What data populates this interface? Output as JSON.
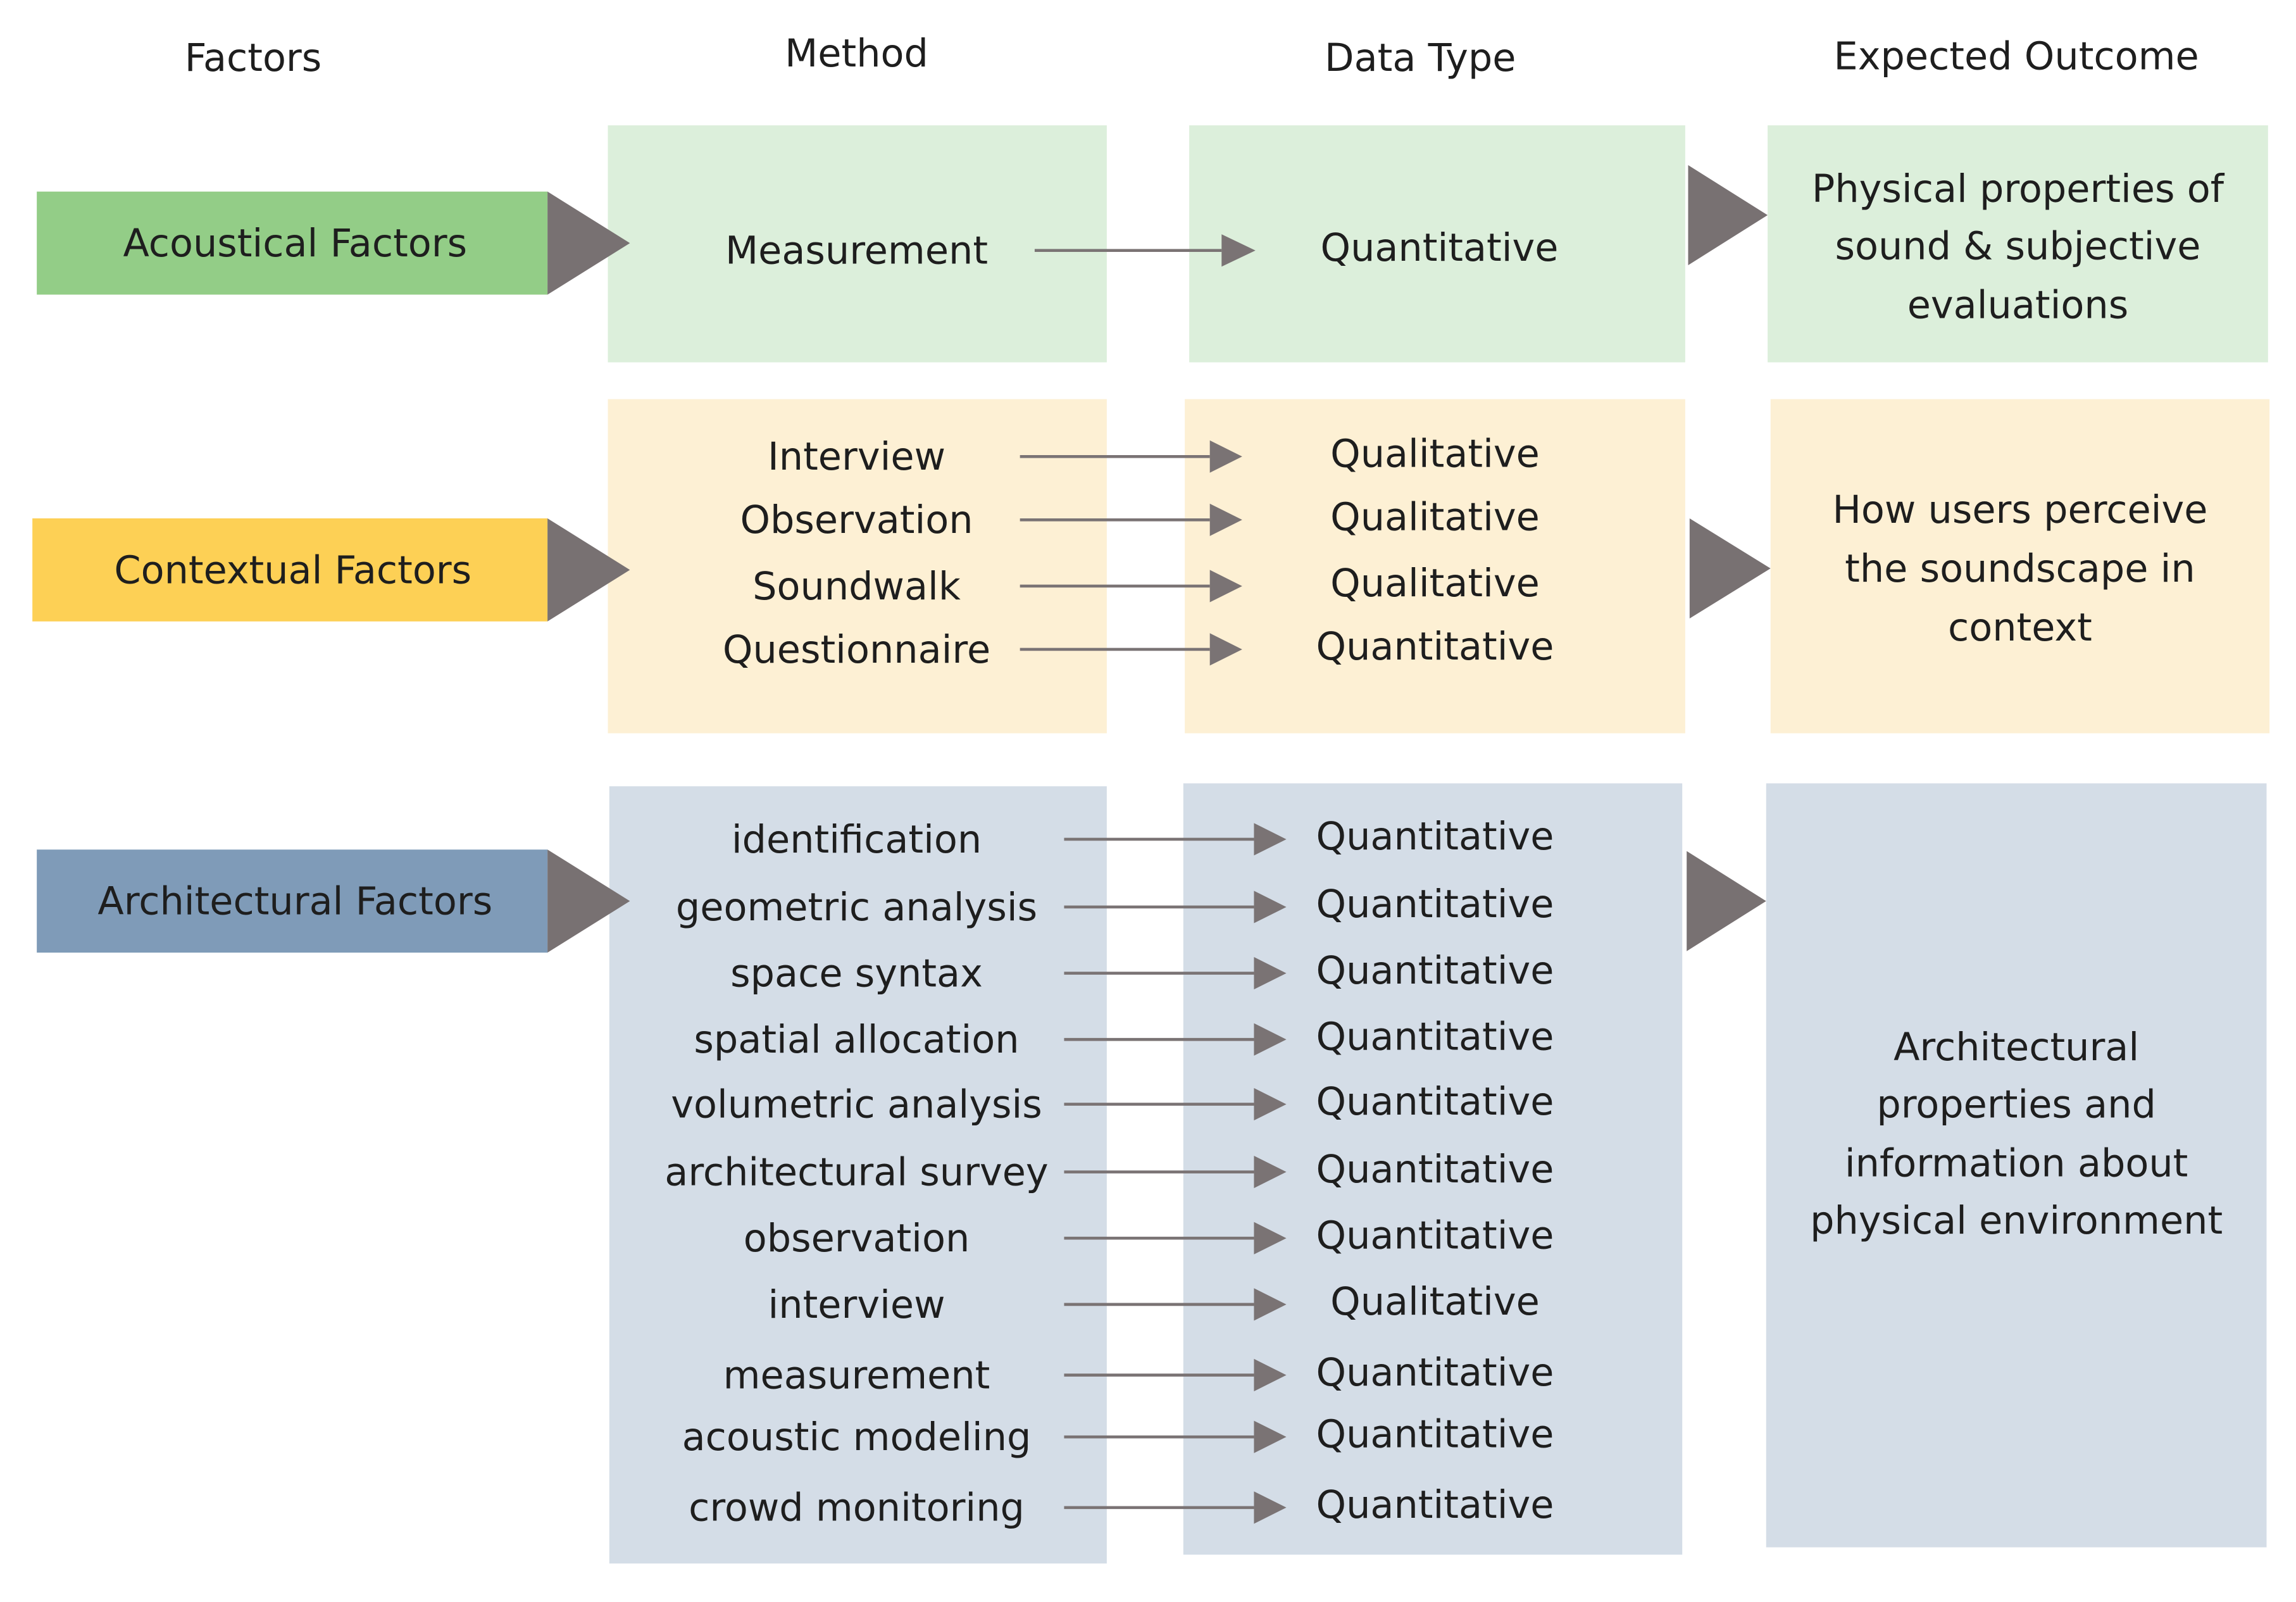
{
  "headers": {
    "factors": "Factors",
    "method": "Method",
    "data_type": "Data Type",
    "expected_outcome": "Expected Outcome"
  },
  "colors": {
    "acoustical_label": "#93cd87",
    "acoustical_panel": "#dcefdb",
    "contextual_label": "#fdd055",
    "contextual_panel": "#fdf0d4",
    "architectural_label": "#7f9bb8",
    "architectural_panel": "#d4dde7",
    "arrow": "#7a7374"
  },
  "rows": [
    {
      "factor": "Acoustical Factors",
      "methods": [
        "Measurement"
      ],
      "data_types": [
        "Quantitative"
      ],
      "outcome_lines": [
        "Physical properties of",
        "sound & subjective",
        "evaluations"
      ]
    },
    {
      "factor": "Contextual Factors",
      "methods": [
        "Interview",
        "Observation",
        "Soundwalk",
        "Questionnaire"
      ],
      "data_types": [
        "Qualitative",
        "Qualitative",
        "Qualitative",
        "Quantitative"
      ],
      "outcome_lines": [
        "How users perceive",
        "the soundscape in",
        "context"
      ]
    },
    {
      "factor": "Architectural Factors",
      "methods": [
        "identification",
        "geometric analysis",
        "space syntax",
        "spatial allocation",
        "volumetric analysis",
        "architectural survey",
        "observation",
        "interview",
        "measurement",
        "acoustic modeling",
        "crowd monitoring"
      ],
      "data_types": [
        "Quantitative",
        "Quantitative",
        "Quantitative",
        "Quantitative",
        "Quantitative",
        "Quantitative",
        "Quantitative",
        "Qualitative",
        "Quantitative",
        "Quantitative",
        "Quantitative"
      ],
      "outcome_lines": [
        "Architectural",
        "properties and",
        "information about",
        "physical environment"
      ]
    }
  ]
}
